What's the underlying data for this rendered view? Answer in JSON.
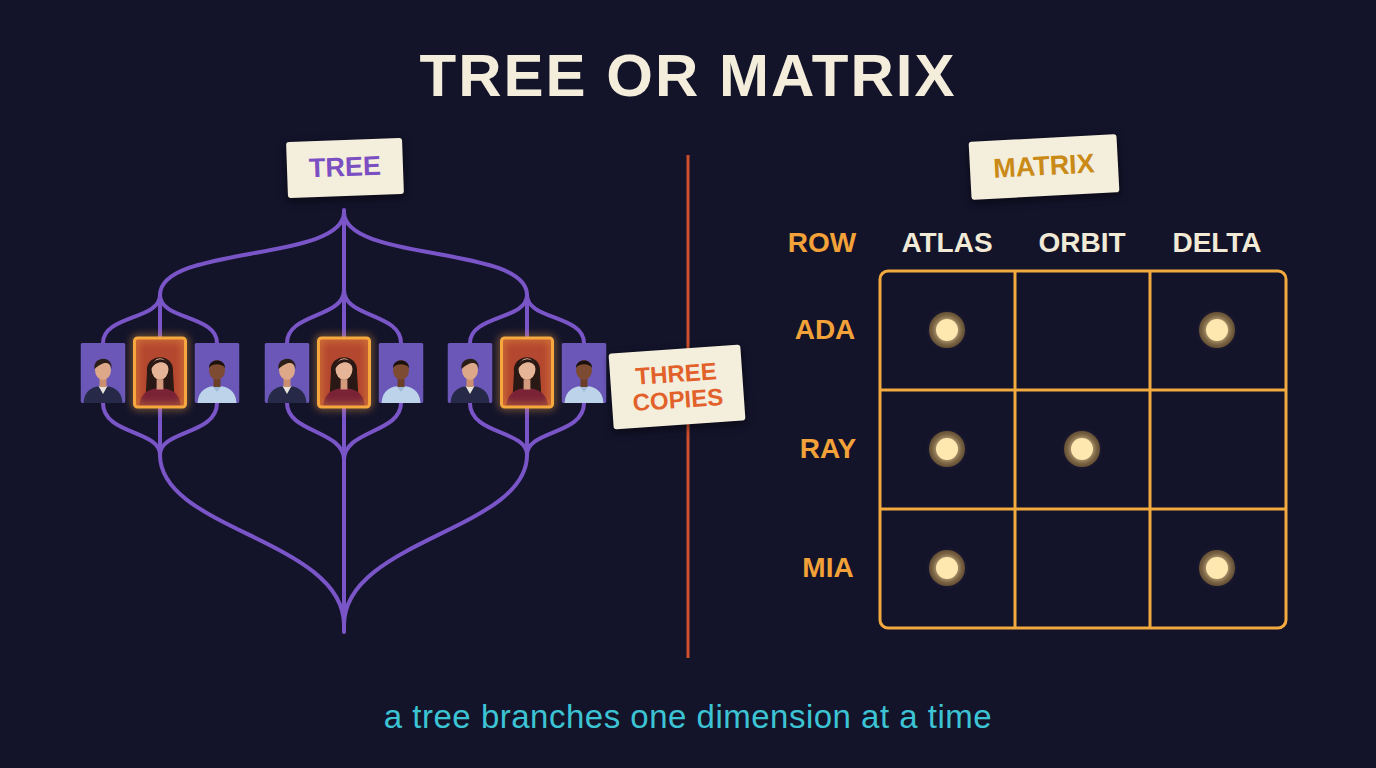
{
  "diagram": {
    "title": "TREE OR MATRIX",
    "caption": "a tree branches one dimension at a time",
    "nodes": [
      {
        "text": [
          "TREE"
        ]
      },
      {
        "text": [
          "MATRIX"
        ]
      },
      {
        "text": [
          "THREE COPIES"
        ]
      }
    ],
    "labels": [
      "ROW",
      "ATLAS",
      "ORBIT",
      "DELTA",
      "ADA",
      "RAY",
      "MIA"
    ]
  }
}
